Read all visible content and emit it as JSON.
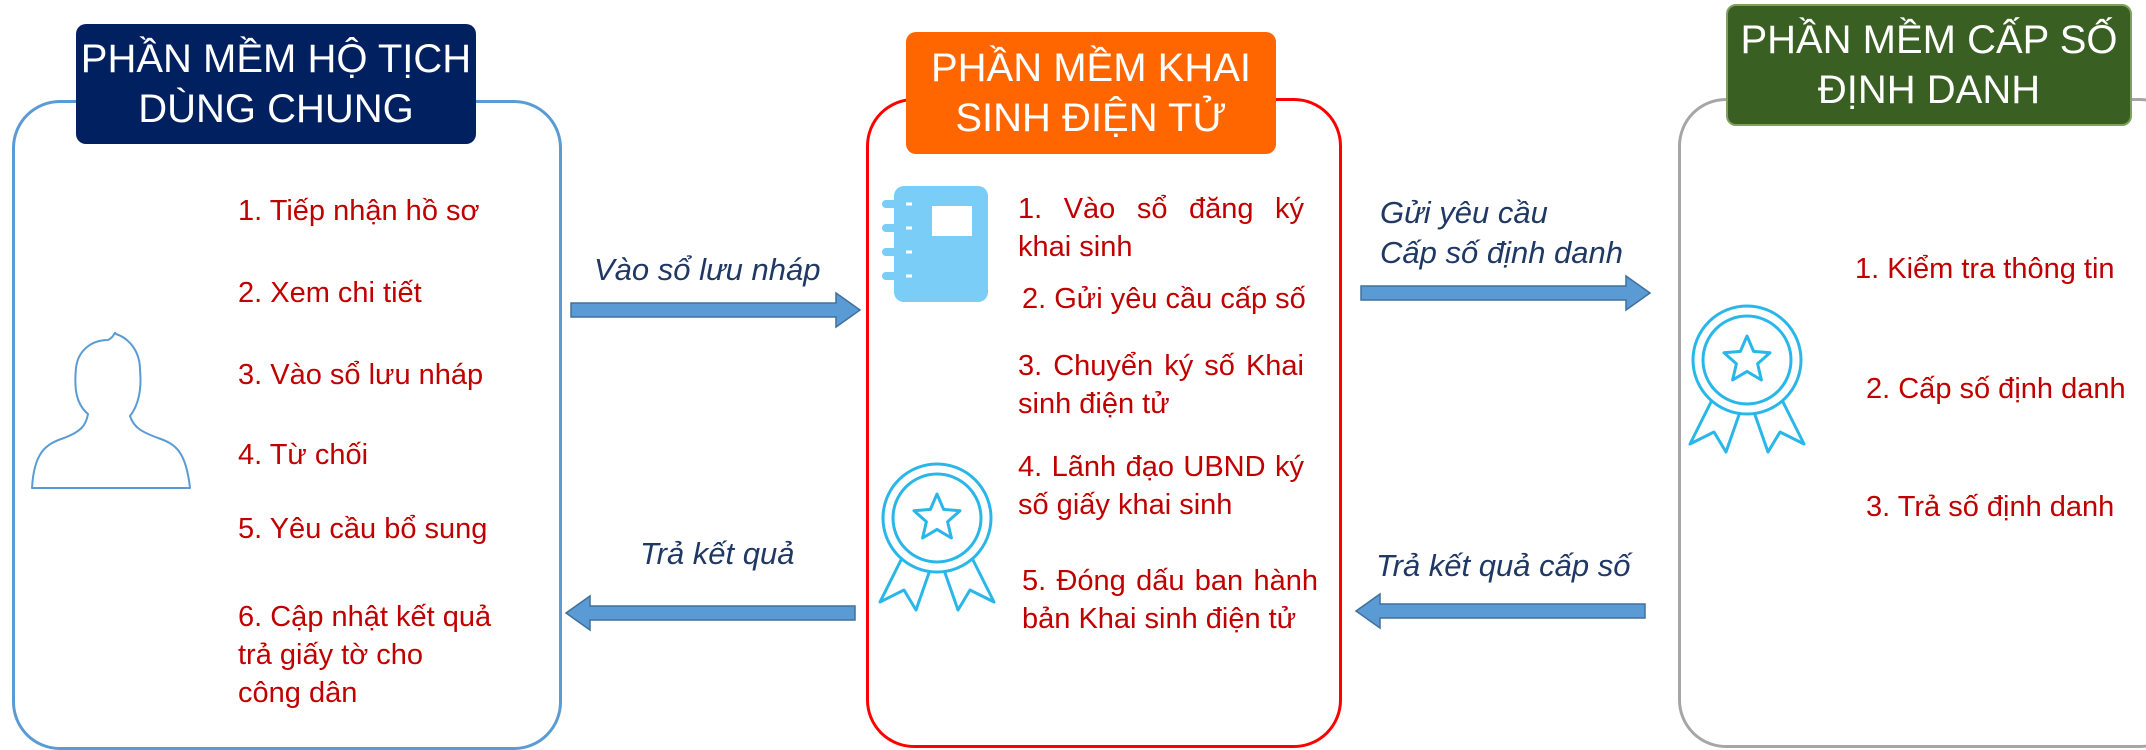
{
  "colors": {
    "left_header": "#002060",
    "center_header": "#ff6600",
    "right_header": "#3a5f23",
    "left_border": "#5b9bd5",
    "center_border": "#ff0000",
    "right_border": "#a6a6a6",
    "step_text": "#c00000",
    "arrow_label": "#1f3864",
    "arrow_fill": "#5b9bd5",
    "icon": "#29b6e8",
    "notebook": "#79cdf6"
  },
  "left": {
    "header_line1": "PHẦN MỀM HỘ TỊCH",
    "header_line2": "DÙNG CHUNG",
    "icon": "person-icon",
    "steps": [
      "1. Tiếp nhận hồ sơ",
      "2. Xem chi tiết",
      "3. Vào sổ lưu nháp",
      "4. Từ chối",
      "5. Yêu cầu bổ sung"
    ],
    "step6_line1": "6. Cập nhật kết quả",
    "step6_line2": "trả giấy tờ cho",
    "step6_line3": "công dân"
  },
  "center": {
    "header_line1": "PHẦN MỀM KHAI",
    "header_line2": "SINH ĐIỆN TỬ",
    "icons": [
      "notebook-icon",
      "award-icon"
    ],
    "steps": [
      "1. Vào sổ đăng ký khai sinh",
      "2. Gửi yêu cầu cấp số",
      "3. Chuyển ký số Khai sinh điện tử",
      "4. Lãnh đạo UBND ký số giấy khai sinh",
      "5. Đóng dấu ban hành bản Khai sinh điện tử"
    ]
  },
  "right": {
    "header_line1": "PHẦN MỀM CẤP SỐ",
    "header_line2": "ĐỊNH DANH",
    "icon": "award-icon",
    "steps": [
      "1. Kiểm tra thông tin",
      "2. Cấp số định danh",
      "3. Trả số định danh"
    ]
  },
  "arrows": {
    "left_to_center": "Vào sổ lưu nháp",
    "center_to_left": "Trả kết quả",
    "center_to_right_line1": "Gửi yêu cầu",
    "center_to_right_line2": "Cấp số định danh",
    "right_to_center": "Trả kết quả cấp số"
  }
}
